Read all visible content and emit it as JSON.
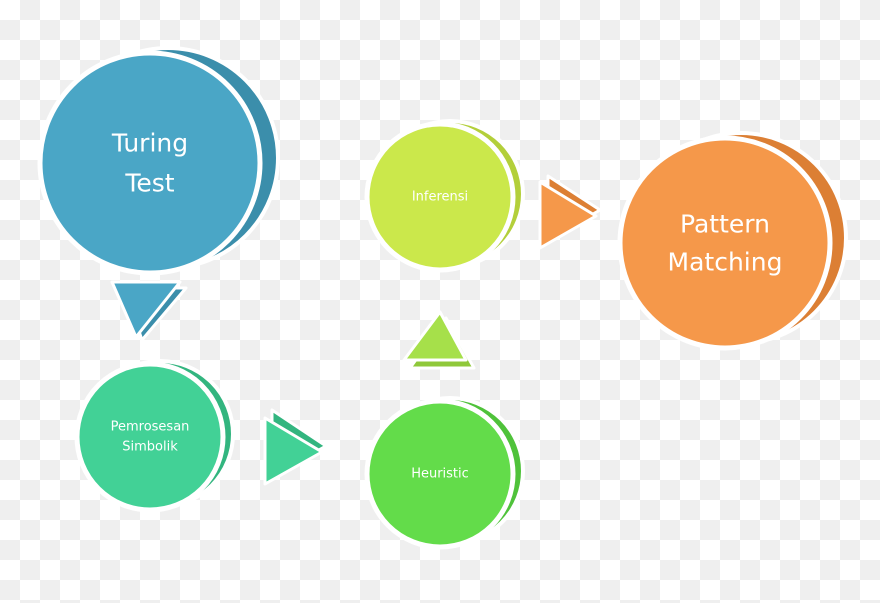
{
  "nodes": {
    "turing": {
      "lines": [
        "Turing",
        "Test"
      ],
      "color": "#4aa6c6",
      "shade": "#3b8eab"
    },
    "pemrosesan": {
      "lines": [
        "Pemrosesan",
        "Simbolik"
      ],
      "color": "#42d196",
      "shade": "#32b57f"
    },
    "heuristic": {
      "lines": [
        "Heuristic"
      ],
      "color": "#63dc4a",
      "shade": "#4fc23a"
    },
    "inferensi": {
      "lines": [
        "Inferensi"
      ],
      "color": "#cbe84b",
      "shade": "#b3cf3a"
    },
    "pattern": {
      "lines": [
        "Pattern",
        "Matching"
      ],
      "color": "#f5984a",
      "shade": "#dc7f34"
    }
  },
  "arrows": {
    "down": {
      "color": "#4aa6c6",
      "shade": "#3b8eab"
    },
    "right1": {
      "color": "#42d196",
      "shade": "#32b57f"
    },
    "up": {
      "color": "#a6e04a",
      "shade": "#8fc83a"
    },
    "right2": {
      "color": "#f5984a",
      "shade": "#dc7f34"
    }
  }
}
